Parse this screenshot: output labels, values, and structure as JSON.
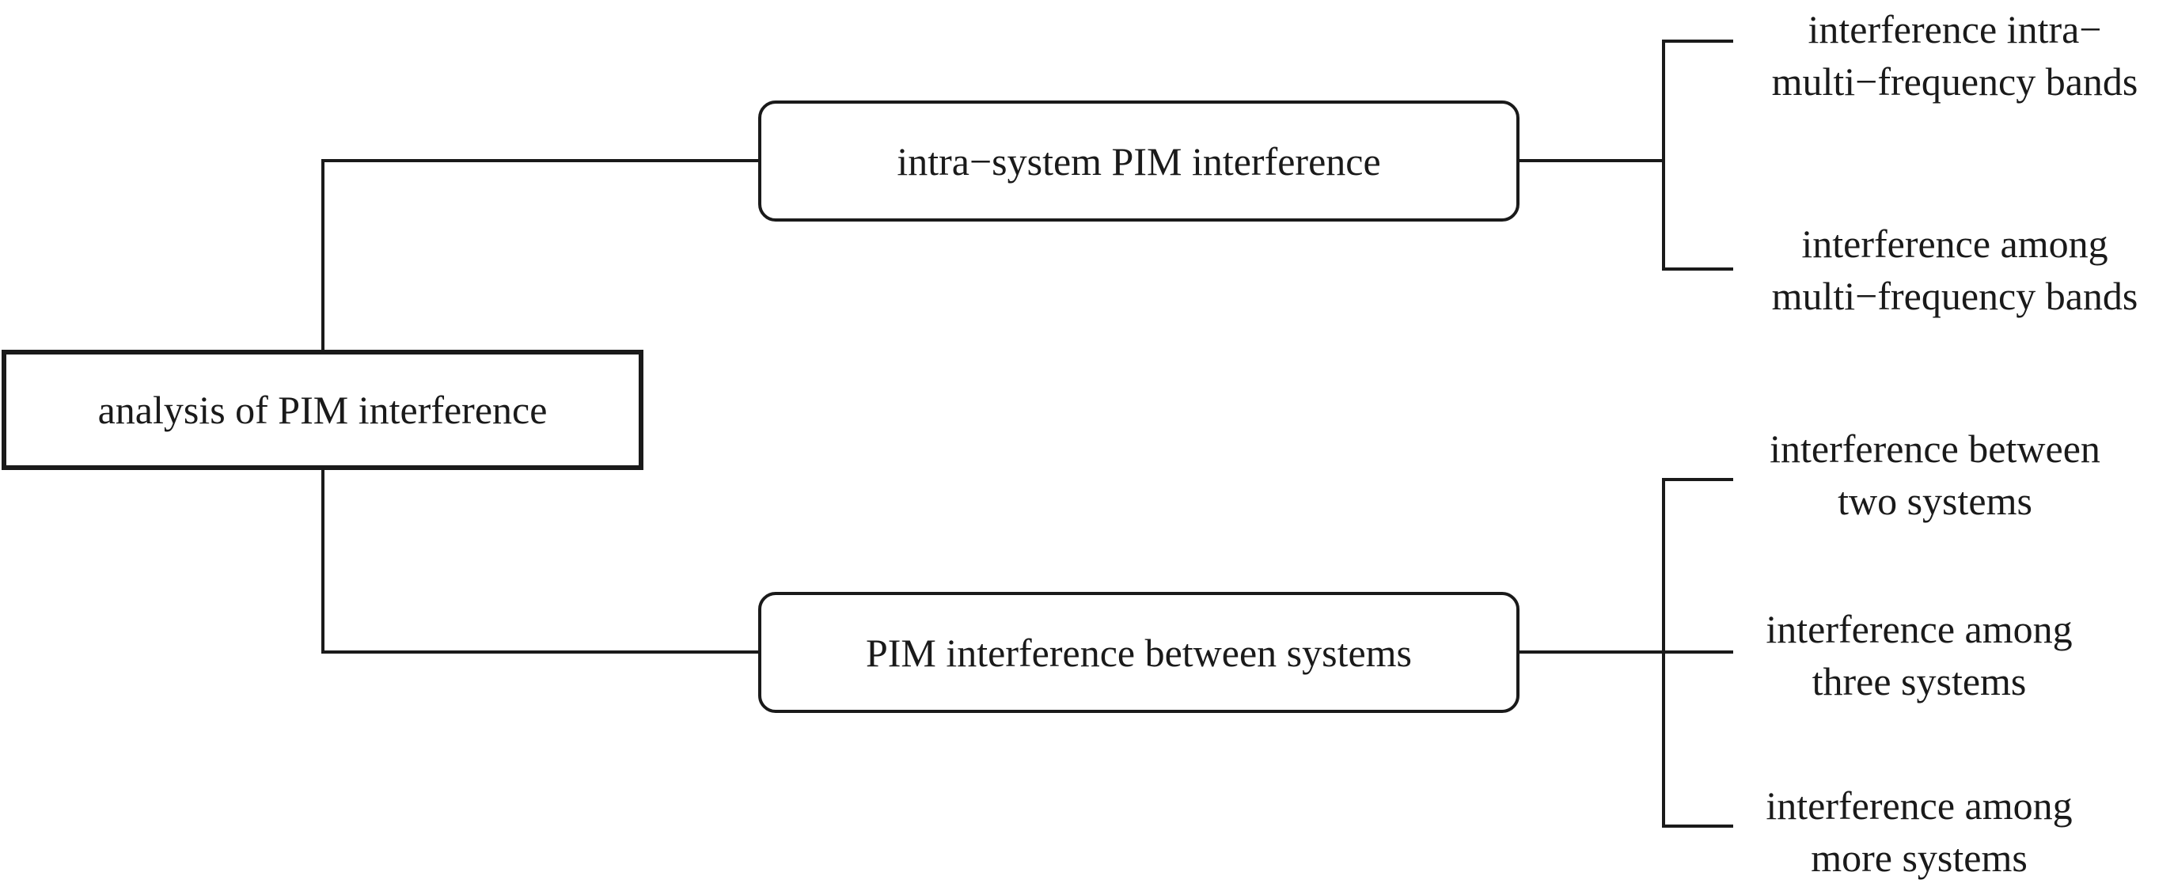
{
  "root": {
    "label": "analysis of PIM interference"
  },
  "branches": [
    {
      "label": "intra−system PIM interference",
      "children": [
        {
          "line1": "interference intra−",
          "line2": "multi−frequency bands"
        },
        {
          "line1": "interference among",
          "line2": "multi−frequency bands"
        }
      ]
    },
    {
      "label": "PIM interference between systems",
      "children": [
        {
          "line1": "interference between",
          "line2": "two systems"
        },
        {
          "line1": "interference among",
          "line2": "three systems"
        },
        {
          "line1": "interference among",
          "line2": "more systems"
        }
      ]
    }
  ],
  "colors": {
    "line": "#1a1a1a",
    "background": "#ffffff"
  }
}
